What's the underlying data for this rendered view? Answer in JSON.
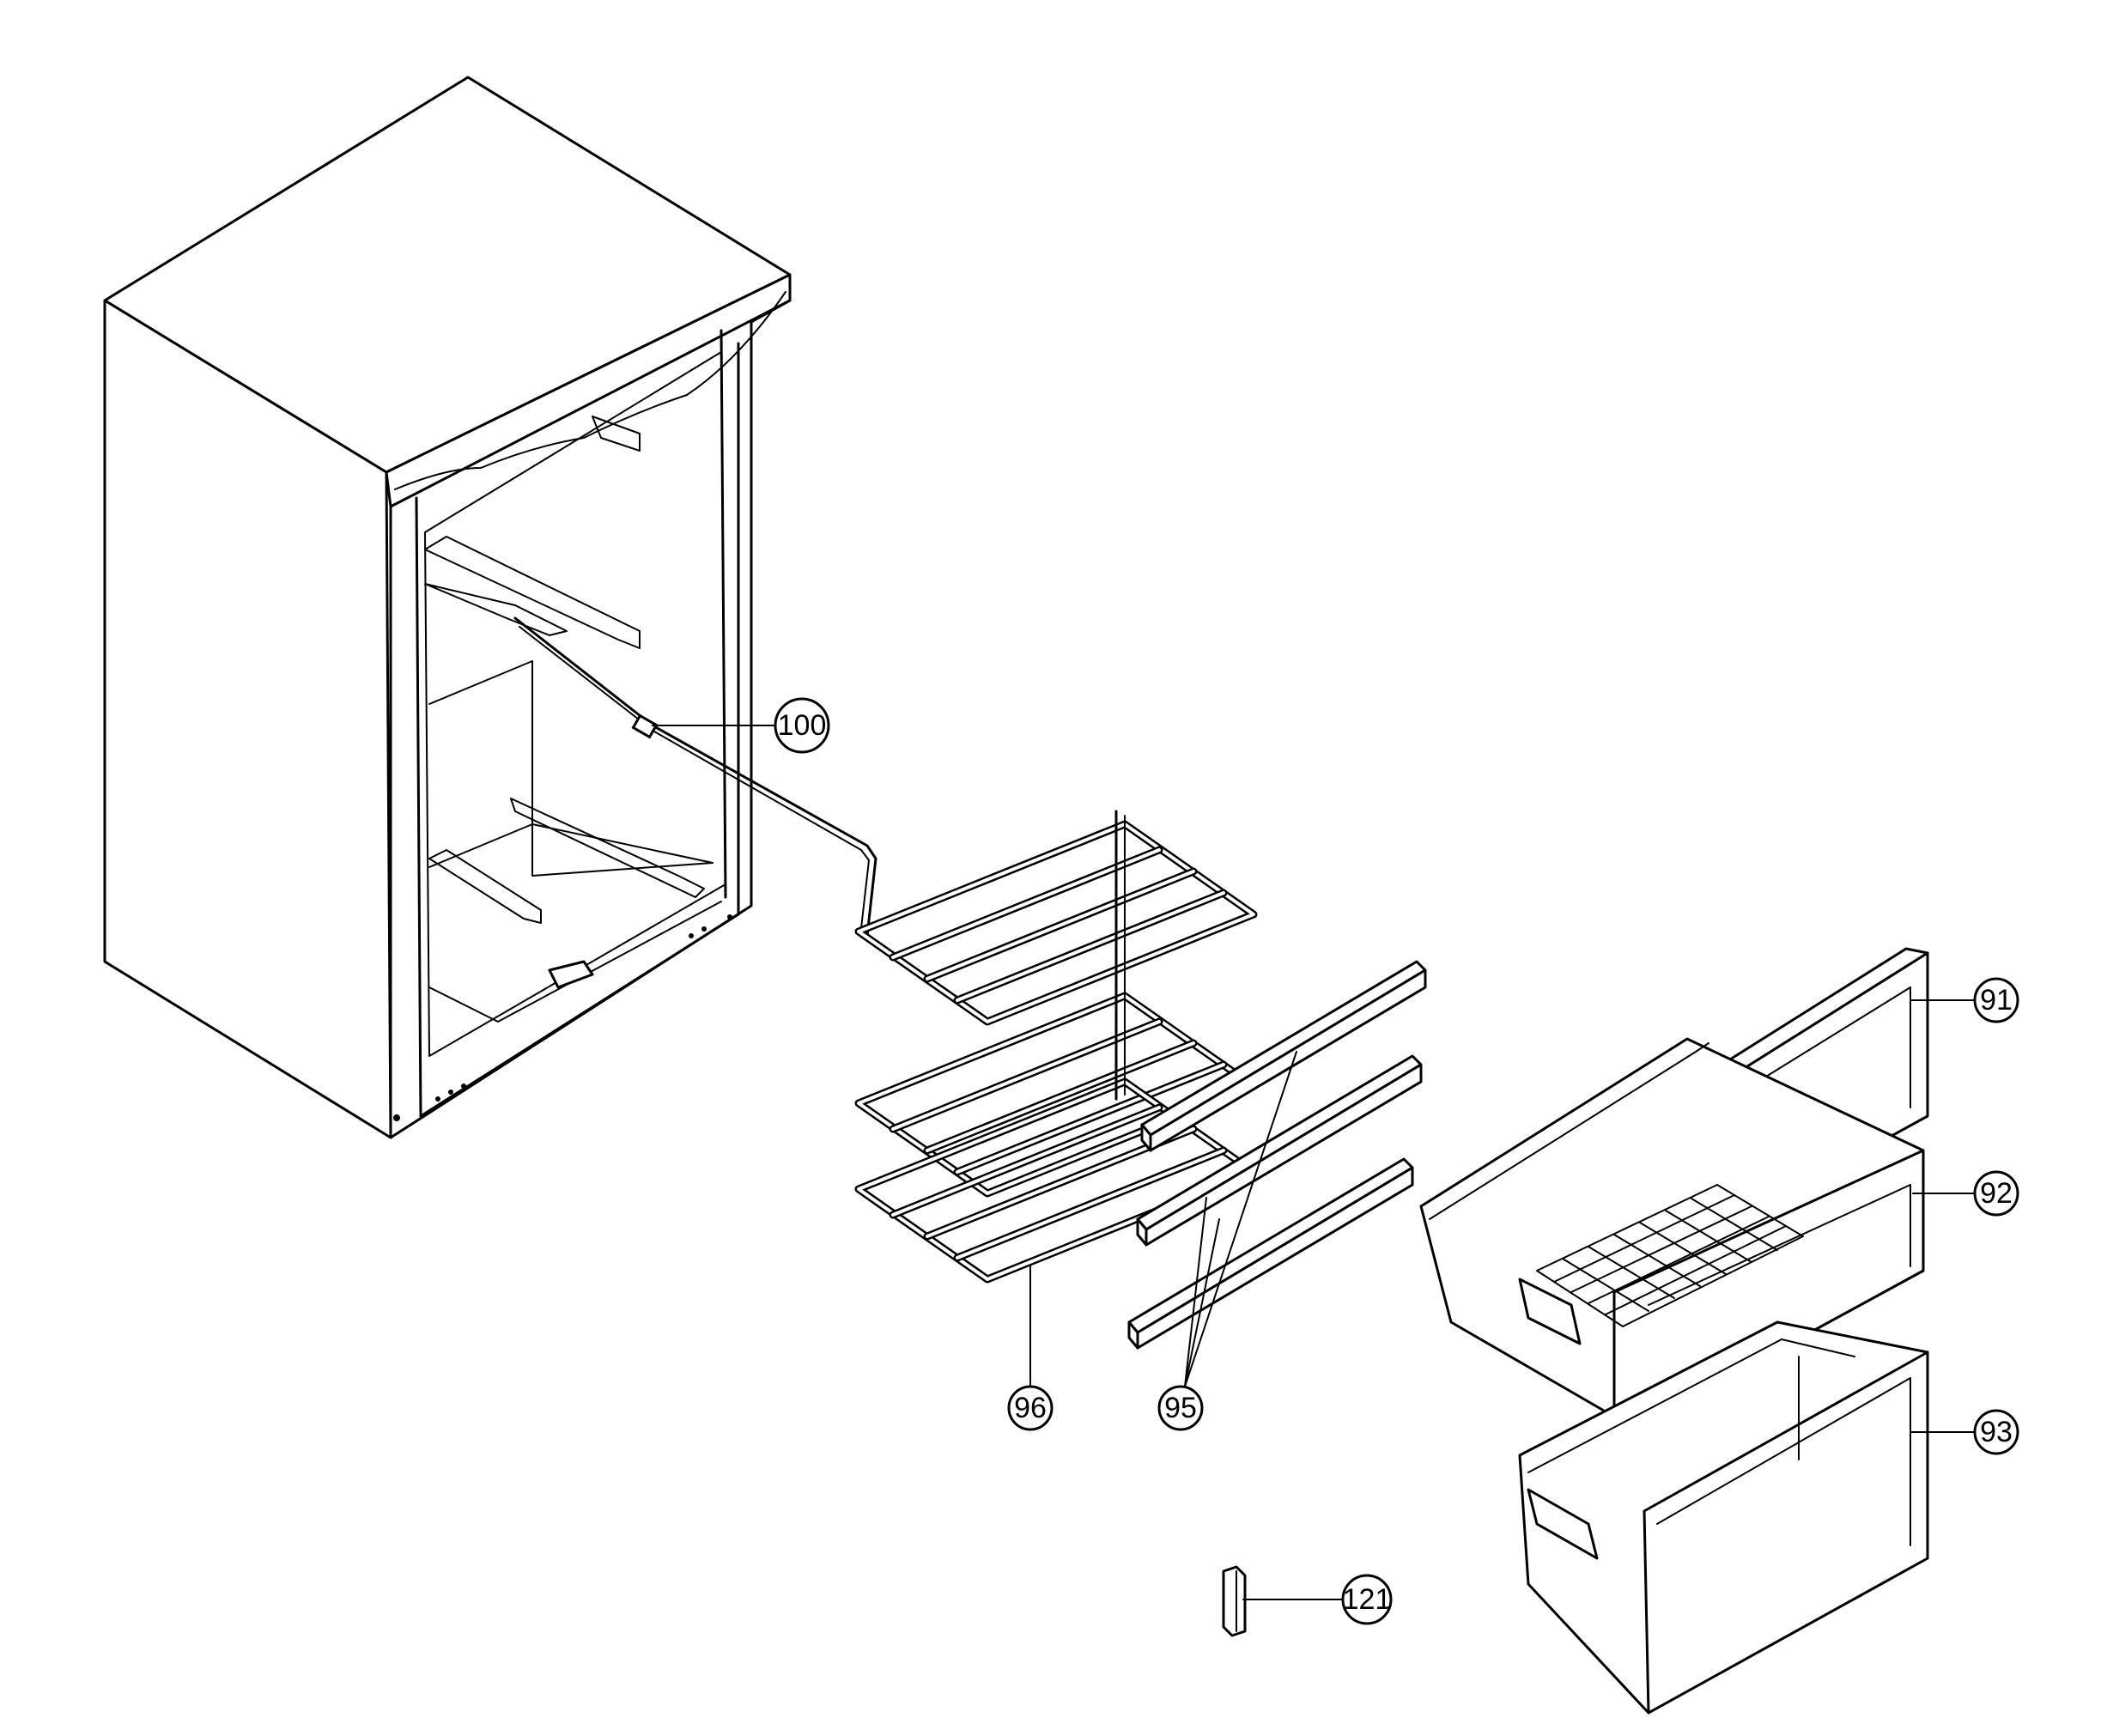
{
  "callouts": {
    "c100": "100",
    "c91": "91",
    "c92": "92",
    "c93": "93",
    "c96": "96",
    "c95": "95",
    "c121": "121"
  }
}
